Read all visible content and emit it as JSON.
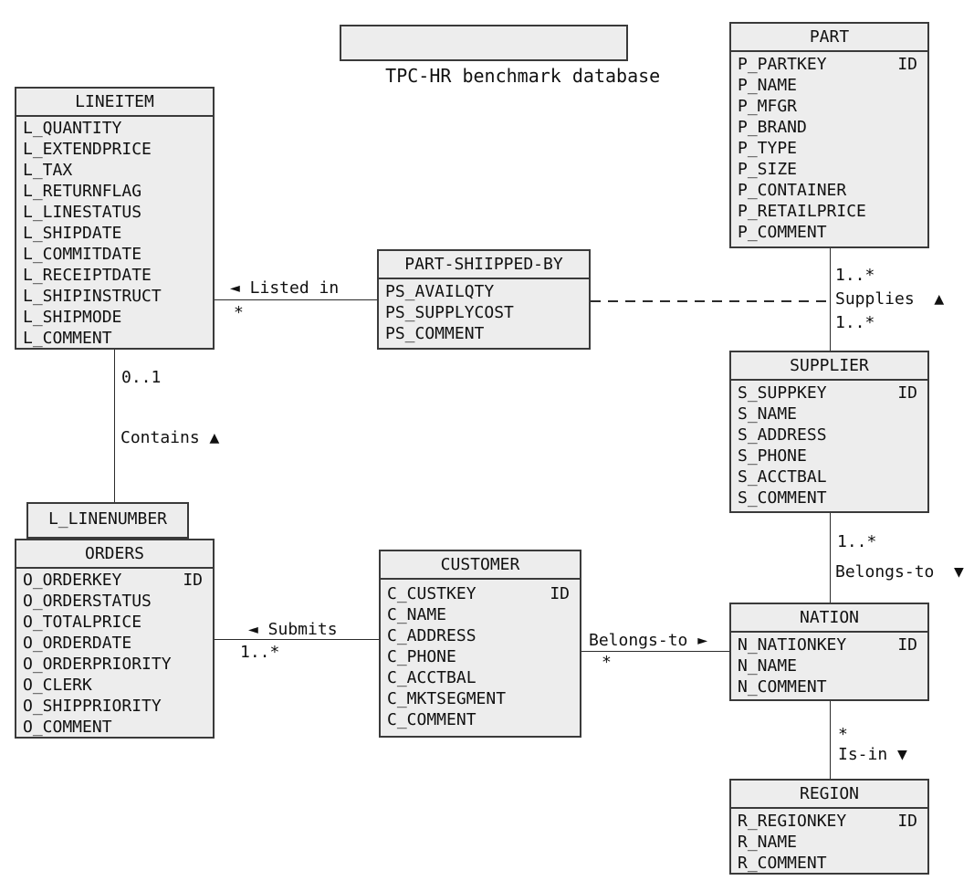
{
  "diagram": {
    "title": "TPC-HR benchmark database"
  },
  "colors": {
    "background": "#ffffff",
    "box_fill": "#ededed",
    "box_border": "#3a3a3a",
    "line": "#2b2b2b",
    "text": "#111111"
  },
  "entities": {
    "lineitem": {
      "title": "LINEITEM",
      "fields": [
        {
          "n": "L_QUANTITY"
        },
        {
          "n": "L_EXTENDPRICE"
        },
        {
          "n": "L_TAX"
        },
        {
          "n": "L_RETURNFLAG"
        },
        {
          "n": "L_LINESTATUS"
        },
        {
          "n": "L_SHIPDATE"
        },
        {
          "n": "L_COMMITDATE"
        },
        {
          "n": "L_RECEIPTDATE"
        },
        {
          "n": "L_SHIPINSTRUCT"
        },
        {
          "n": "L_SHIPMODE"
        },
        {
          "n": "L_COMMENT"
        }
      ]
    },
    "part": {
      "title": "PART",
      "fields": [
        {
          "n": "P_PARTKEY",
          "tag": "ID"
        },
        {
          "n": "P_NAME"
        },
        {
          "n": "P_MFGR"
        },
        {
          "n": "P_BRAND"
        },
        {
          "n": "P_TYPE"
        },
        {
          "n": "P_SIZE"
        },
        {
          "n": "P_CONTAINER"
        },
        {
          "n": "P_RETAILPRICE"
        },
        {
          "n": "P_COMMENT"
        }
      ]
    },
    "part_shipped_by": {
      "title": "PART-SHIIPPED-BY",
      "fields": [
        {
          "n": "PS_AVAILQTY"
        },
        {
          "n": "PS_SUPPLYCOST"
        },
        {
          "n": "PS_COMMENT"
        }
      ]
    },
    "supplier": {
      "title": "SUPPLIER",
      "fields": [
        {
          "n": "S_SUPPKEY",
          "tag": "ID"
        },
        {
          "n": "S_NAME"
        },
        {
          "n": "S_ADDRESS"
        },
        {
          "n": "S_PHONE"
        },
        {
          "n": "S_ACCTBAL"
        },
        {
          "n": "S_COMMENT"
        }
      ]
    },
    "l_linenumber": {
      "title": "L_LINENUMBER",
      "fields": []
    },
    "orders": {
      "title": "ORDERS",
      "fields": [
        {
          "n": "O_ORDERKEY",
          "tag": "ID"
        },
        {
          "n": "O_ORDERSTATUS"
        },
        {
          "n": "O_TOTALPRICE"
        },
        {
          "n": "O_ORDERDATE"
        },
        {
          "n": "O_ORDERPRIORITY"
        },
        {
          "n": "O_CLERK"
        },
        {
          "n": "O_SHIPPRIORITY"
        },
        {
          "n": "O_COMMENT"
        }
      ]
    },
    "customer": {
      "title": "CUSTOMER",
      "fields": [
        {
          "n": "C_CUSTKEY",
          "tag": "ID"
        },
        {
          "n": "C_NAME"
        },
        {
          "n": "C_ADDRESS"
        },
        {
          "n": "C_PHONE"
        },
        {
          "n": "C_ACCTBAL"
        },
        {
          "n": "C_MKTSEGMENT"
        },
        {
          "n": "C_COMMENT"
        }
      ]
    },
    "nation": {
      "title": "NATION",
      "fields": [
        {
          "n": "N_NATIONKEY",
          "tag": "ID"
        },
        {
          "n": "N_NAME"
        },
        {
          "n": "N_COMMENT"
        }
      ]
    },
    "region": {
      "title": "REGION",
      "fields": [
        {
          "n": "R_REGIONKEY",
          "tag": "ID"
        },
        {
          "n": "R_NAME"
        },
        {
          "n": "R_COMMENT"
        }
      ]
    }
  },
  "relationships": {
    "listed_in": {
      "label": "◄ Listed in",
      "cardinality": "*",
      "line_style": "solid"
    },
    "contains": {
      "cardinality": "0..1",
      "label": "Contains ▲",
      "line_style": "solid"
    },
    "supplies": {
      "cardinality_part": "1..*",
      "label": "Supplies  ▲",
      "cardinality_supplier": "1..*",
      "line_style": "dashed"
    },
    "submits": {
      "label": "◄ Submits",
      "cardinality": "1..*",
      "line_style": "solid"
    },
    "customer_belongs_to": {
      "label": "Belongs-to ►",
      "cardinality": "*",
      "line_style": "solid"
    },
    "supplier_belongs_to": {
      "cardinality": "1..*",
      "label": "Belongs-to  ▼",
      "line_style": "solid"
    },
    "is_in": {
      "cardinality": "*",
      "label": "Is-in ▼",
      "line_style": "solid"
    }
  }
}
